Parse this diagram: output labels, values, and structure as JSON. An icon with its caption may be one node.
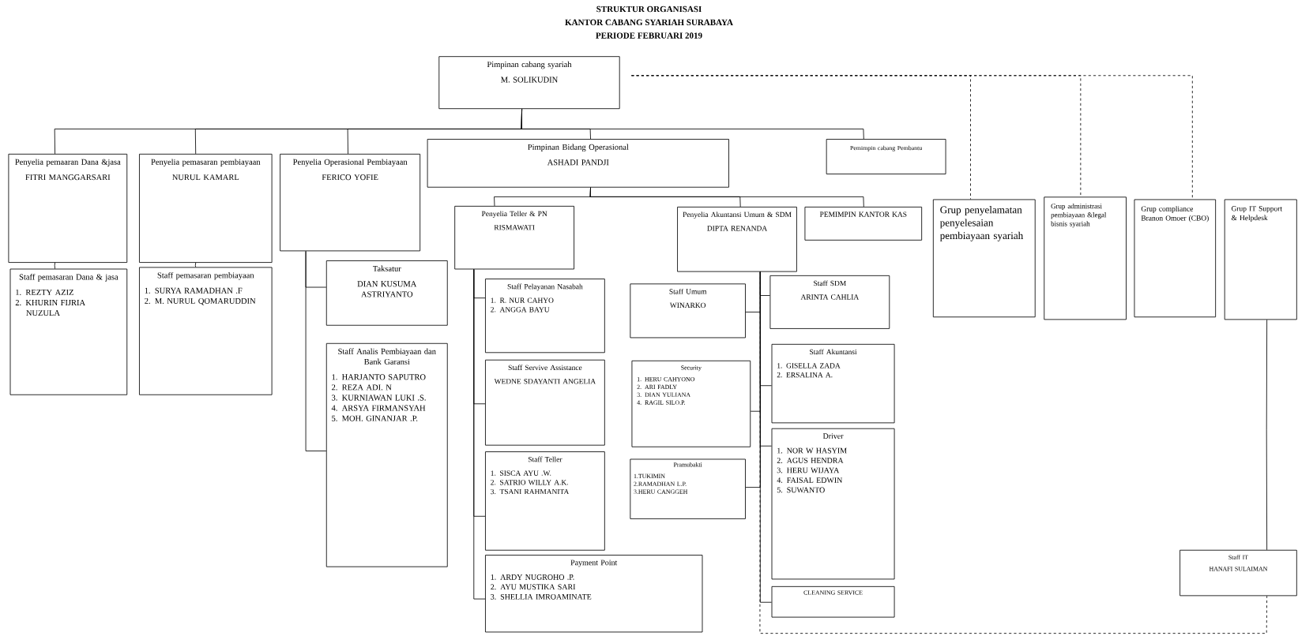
{
  "diagram": {
    "title": "STRUKTUR ORGANISASI",
    "nodes": [
      {
        "text": [
          "Pimpinan cabang syariah",
          "M. SOLIKUDIN"
        ]
      },
      {
        "text": [
          "Penyelia pemaaran Dana &jasa",
          "FITRI MANGGARSARI"
        ]
      },
      {
        "text": [
          "Penyelia pemasaran pembiayaan",
          "NURUL KAMARL"
        ]
      },
      {
        "text": [
          "Penyelia Operasional Pembiayaan",
          "FERICO YOFIE"
        ]
      },
      {
        "text": [
          "Pimpinan Bidang Operasional",
          "ASHADI PANDJI"
        ]
      },
      {
        "text": [
          "Pemimpin cabang Pembantu"
        ]
      },
      {
        "text": [
          "Grup penyelamatan penyelesaian pembiayaan syariah"
        ]
      },
      {
        "text": [
          "Grup administrasi pembiayaan &legal bisnis syariah"
        ]
      },
      {
        "text": [
          "Grup compliance Branon Omoer (CBO)"
        ]
      },
      {
        "text": [
          "Grup IT Support & Helpdesk"
        ]
      },
      {
        "text": [
          "Staff pemasaran Dana & jasa",
          "1. REZTY AZIZ",
          "2. KHURIN FIJRIA NUZULA"
        ]
      },
      {
        "text": [
          "Staff pemasaran pembiayaan",
          "1. SURYA RAMADHAN .F",
          "2. M. NURUL QOMARUDDIN"
        ]
      },
      {
        "text": [
          "Taksatur",
          "DIAN KUSUMA ASTRIYANTO"
        ]
      },
      {
        "text": [
          "Staff Analis Pembiayaan dan Bank Garansi",
          "1. HARJANTO SAPUTRO",
          "2. REZA ADI. N",
          "3. KURNIAWAN LUKI .S.",
          "4. ARSYA FIRMANSYAH",
          "5. MOH. GINANJAR .P."
        ]
      },
      {
        "text": [
          "Penyelia Teller & PN",
          "RISMAWATI"
        ]
      },
      {
        "text": [
          "Penyelia Akuntansi Umum & SDM",
          "DIPTA RENANDA"
        ]
      },
      {
        "text": [
          "PEMIMPIN KANTOR KAS"
        ]
      },
      {
        "text": [
          "Staff Pelayanan Nasabah",
          "1. R. NUR CAHYO",
          "2. ANGGA BAYU"
        ]
      },
      {
        "text": [
          "Staff Servive Assistance",
          "WEDNE SDAYANTI ANGELIA"
        ]
      },
      {
        "text": [
          "Staff Teller",
          "1. SISCA AYU .W.",
          "2. SATRIO WILLY A.K.",
          "3. TSANI RAHMANITA"
        ]
      },
      {
        "text": [
          "Payment Point",
          "1. ARDY NUGROHO .P.",
          "2. AYU MUSTIKA SARI",
          "3. SHELLIA IMROAMINATE"
        ]
      },
      {
        "text": [
          "Staff Umum",
          "WINARKO"
        ]
      },
      {
        "text": [
          "Security",
          "1. HERU CAHYONO",
          "2. ARI FADLY",
          "3. DIAN YULIANA",
          "4. RAGIL SILO.P."
        ]
      },
      {
        "text": [
          "Pramubakti",
          "1.TUKIMIN",
          "2.RAMADHAN L.P.",
          "3.HERU CANGGEH"
        ]
      },
      {
        "text": [
          "Staff SDM",
          "ARINTA CAHLIA"
        ]
      },
      {
        "text": [
          "Staff Akuntansi",
          "1. GISELLA ZADA",
          "2. ERSALINA A."
        ]
      },
      {
        "text": [
          "Driver",
          "1. NOR W HASYIM",
          "2. AGUS HENDRA",
          "3. HERU WIJAYA",
          "4. FAISAL EDWIN",
          "5. SUWANTO"
        ]
      },
      {
        "text": [
          "CLEANING SERVICE"
        ]
      },
      {
        "text": [
          "Staff IT",
          "HANAFI SULAIMAN"
        ]
      }
    ],
    "edges": [
      {
        "from": 0,
        "to": 1,
        "arrow": "none"
      },
      {
        "from": 0,
        "to": 2,
        "arrow": "none"
      },
      {
        "from": 0,
        "to": 3,
        "arrow": "none"
      },
      {
        "from": 0,
        "to": 4,
        "arrow": "none"
      },
      {
        "from": 0,
        "to": 5,
        "arrow": "none"
      },
      {
        "from": 0,
        "to": 6,
        "arrow": "none",
        "style": "dashed"
      },
      {
        "from": 0,
        "to": 7,
        "arrow": "none",
        "style": "dashed"
      },
      {
        "from": 0,
        "to": 8,
        "arrow": "none",
        "style": "dashed"
      },
      {
        "from": 1,
        "to": 10,
        "arrow": "none"
      },
      {
        "from": 2,
        "to": 11,
        "arrow": "none"
      },
      {
        "from": 3,
        "to": 12,
        "arrow": "none"
      },
      {
        "from": 3,
        "to": 13,
        "arrow": "none"
      },
      {
        "from": 4,
        "to": 14,
        "arrow": "none"
      },
      {
        "from": 4,
        "to": 15,
        "arrow": "none"
      },
      {
        "from": 4,
        "to": 16,
        "arrow": "none"
      },
      {
        "from": 14,
        "to": 17,
        "arrow": "none"
      },
      {
        "from": 14,
        "to": 18,
        "arrow": "none"
      },
      {
        "from": 14,
        "to": 19,
        "arrow": "none"
      },
      {
        "from": 14,
        "to": 20,
        "arrow": "none"
      },
      {
        "from": 15,
        "to": 21,
        "arrow": "none"
      },
      {
        "from": 15,
        "to": 22,
        "arrow": "none"
      },
      {
        "from": 15,
        "to": 23,
        "arrow": "none"
      },
      {
        "from": 15,
        "to": 24,
        "arrow": "none"
      },
      {
        "from": 15,
        "to": 25,
        "arrow": "none"
      },
      {
        "from": 15,
        "to": 26,
        "arrow": "none"
      },
      {
        "from": 15,
        "to": 27,
        "arrow": "none"
      },
      {
        "from": 9,
        "to": 28,
        "arrow": "none"
      },
      {
        "from": 15,
        "to": 28,
        "arrow": "none",
        "style": "dashed"
      }
    ],
    "labels": [
      "KANTOR CABANG SYARIAH SURABAYA",
      "PERIODE FEBRUARI 2019"
    ]
  }
}
